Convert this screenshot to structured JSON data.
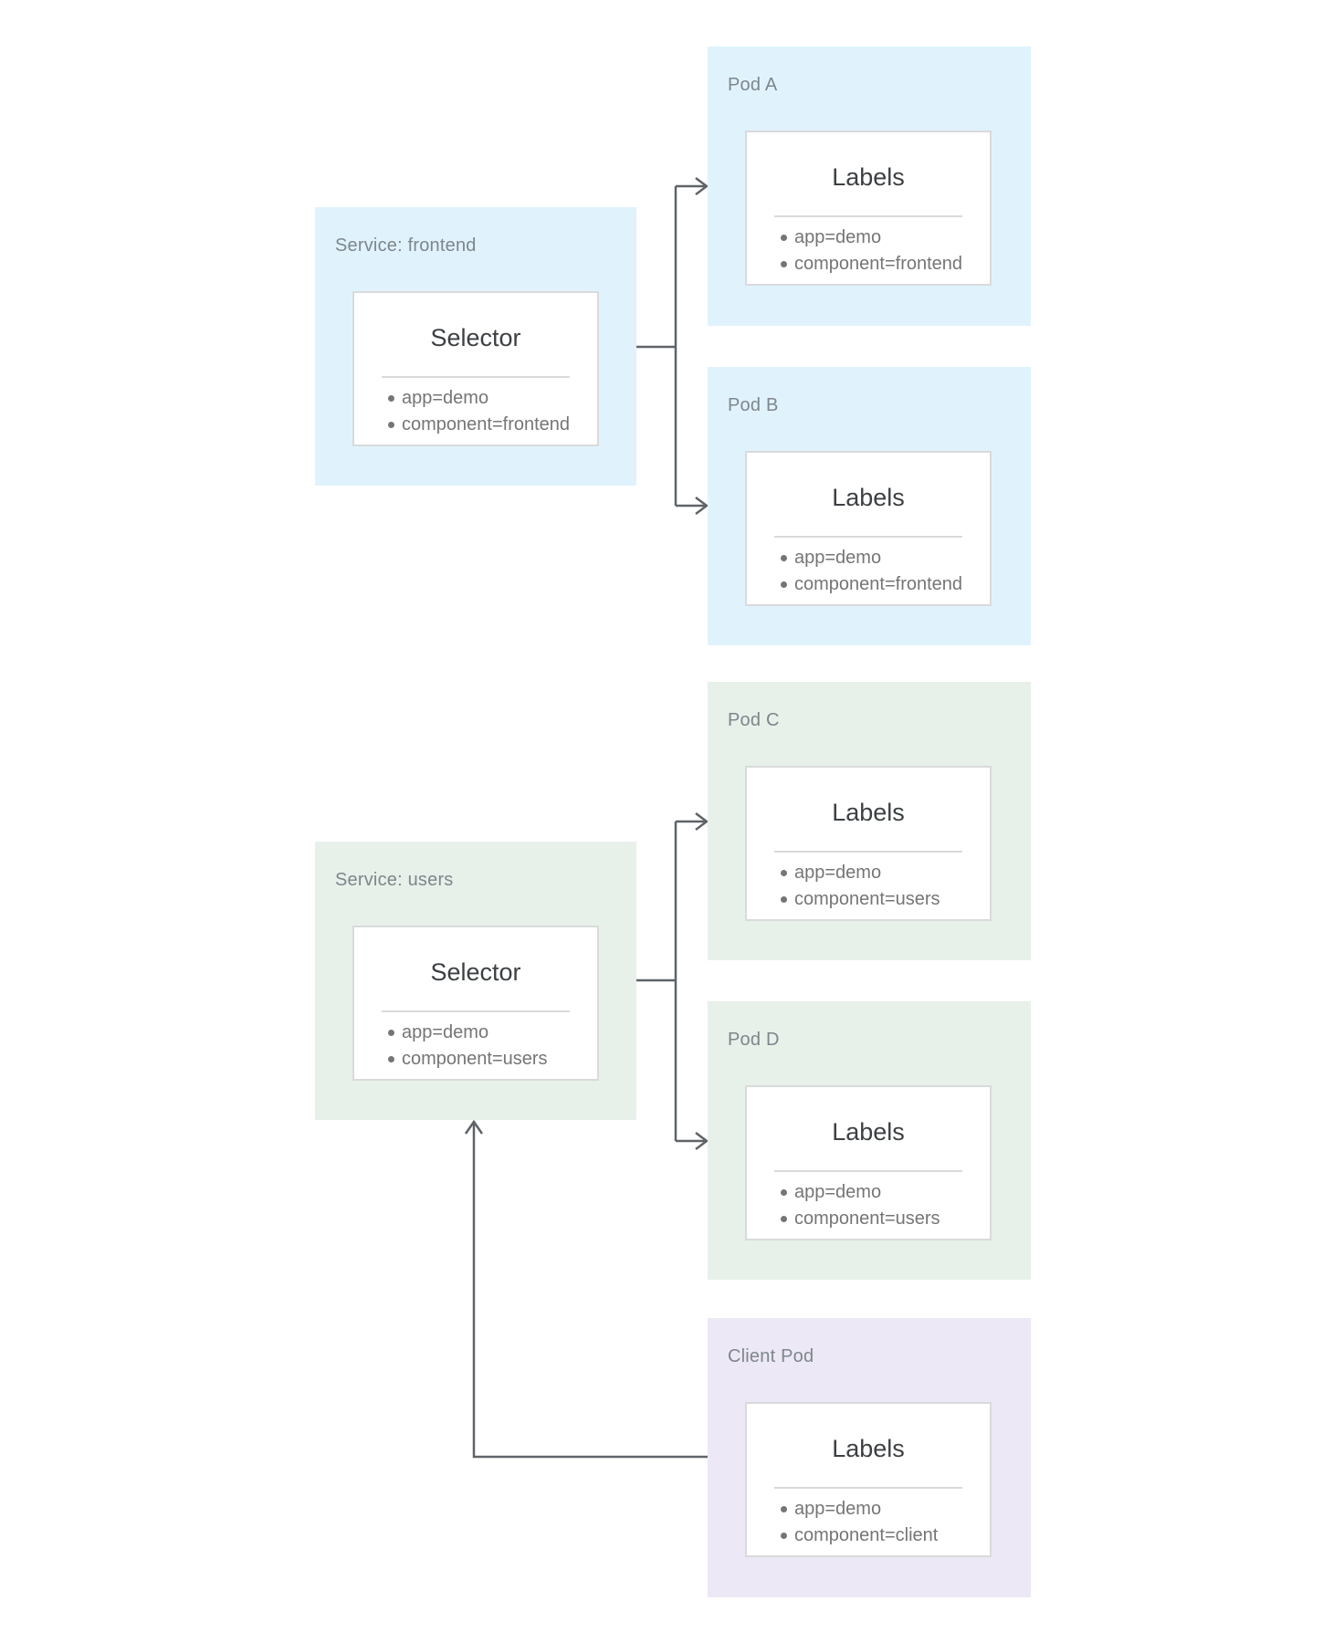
{
  "colors": {
    "canvas": "#ffffff",
    "frontend-bg": "#e0f3fd",
    "users-bg": "#e8f0ea",
    "client-bg": "#ece8f5",
    "card-bg": "#ffffff",
    "card-border": "#d9dadb",
    "divider": "#d9d9d9",
    "heading": "#7e868c",
    "card-title": "#3c4043",
    "muted": "#757575",
    "arrow": "#5f6368"
  },
  "boxes": {
    "service_frontend": {
      "title": "Service: frontend",
      "card_title": "Selector",
      "items": [
        "app=demo",
        "component=frontend"
      ]
    },
    "pod_a": {
      "title": "Pod A",
      "card_title": "Labels",
      "items": [
        "app=demo",
        "component=frontend"
      ]
    },
    "pod_b": {
      "title": "Pod B",
      "card_title": "Labels",
      "items": [
        "app=demo",
        "component=frontend"
      ]
    },
    "pod_c": {
      "title": "Pod C",
      "card_title": "Labels",
      "items": [
        "app=demo",
        "component=users"
      ]
    },
    "service_users": {
      "title": "Service: users",
      "card_title": "Selector",
      "items": [
        "app=demo",
        "component=users"
      ]
    },
    "pod_d": {
      "title": "Pod D",
      "card_title": "Labels",
      "items": [
        "app=demo",
        "component=users"
      ]
    },
    "client_pod": {
      "title": "Client Pod",
      "card_title": "Labels",
      "items": [
        "app=demo",
        "component=client"
      ]
    }
  }
}
